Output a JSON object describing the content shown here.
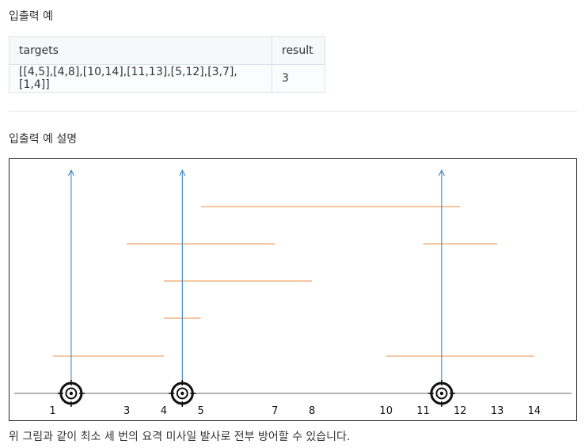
{
  "heading_example": "입출력 예",
  "table": {
    "headers": [
      "targets",
      "result"
    ],
    "rows": [
      [
        "[[4,5],[4,8],[10,14],[11,13],[5,12],[3,7],[1,4]]",
        "3"
      ]
    ]
  },
  "heading_explanation": "입출력 예 설명",
  "figure": {
    "axis_labels": [
      "1",
      "3",
      "4",
      "5",
      "7",
      "8",
      "10",
      "11",
      "12",
      "13",
      "14"
    ],
    "axis_label_positions": [
      1,
      3,
      4,
      5,
      7,
      8,
      10,
      11,
      12,
      13,
      14
    ],
    "intervals": [
      {
        "start": 5,
        "end": 12
      },
      {
        "start": 3,
        "end": 7
      },
      {
        "start": 11,
        "end": 13
      },
      {
        "start": 4,
        "end": 8
      },
      {
        "start": 4,
        "end": 5
      },
      {
        "start": 1,
        "end": 4
      },
      {
        "start": 10,
        "end": 14
      }
    ],
    "missiles": [
      1.5,
      4.5,
      11.5
    ],
    "colors": {
      "interval": "#f0a36a",
      "missile": "#2b7bb9",
      "axis": "#999999"
    }
  },
  "caption": "위 그림과 같이 최소 세 번의 요격 미사일 발사로 전부 방어할 수 있습니다."
}
